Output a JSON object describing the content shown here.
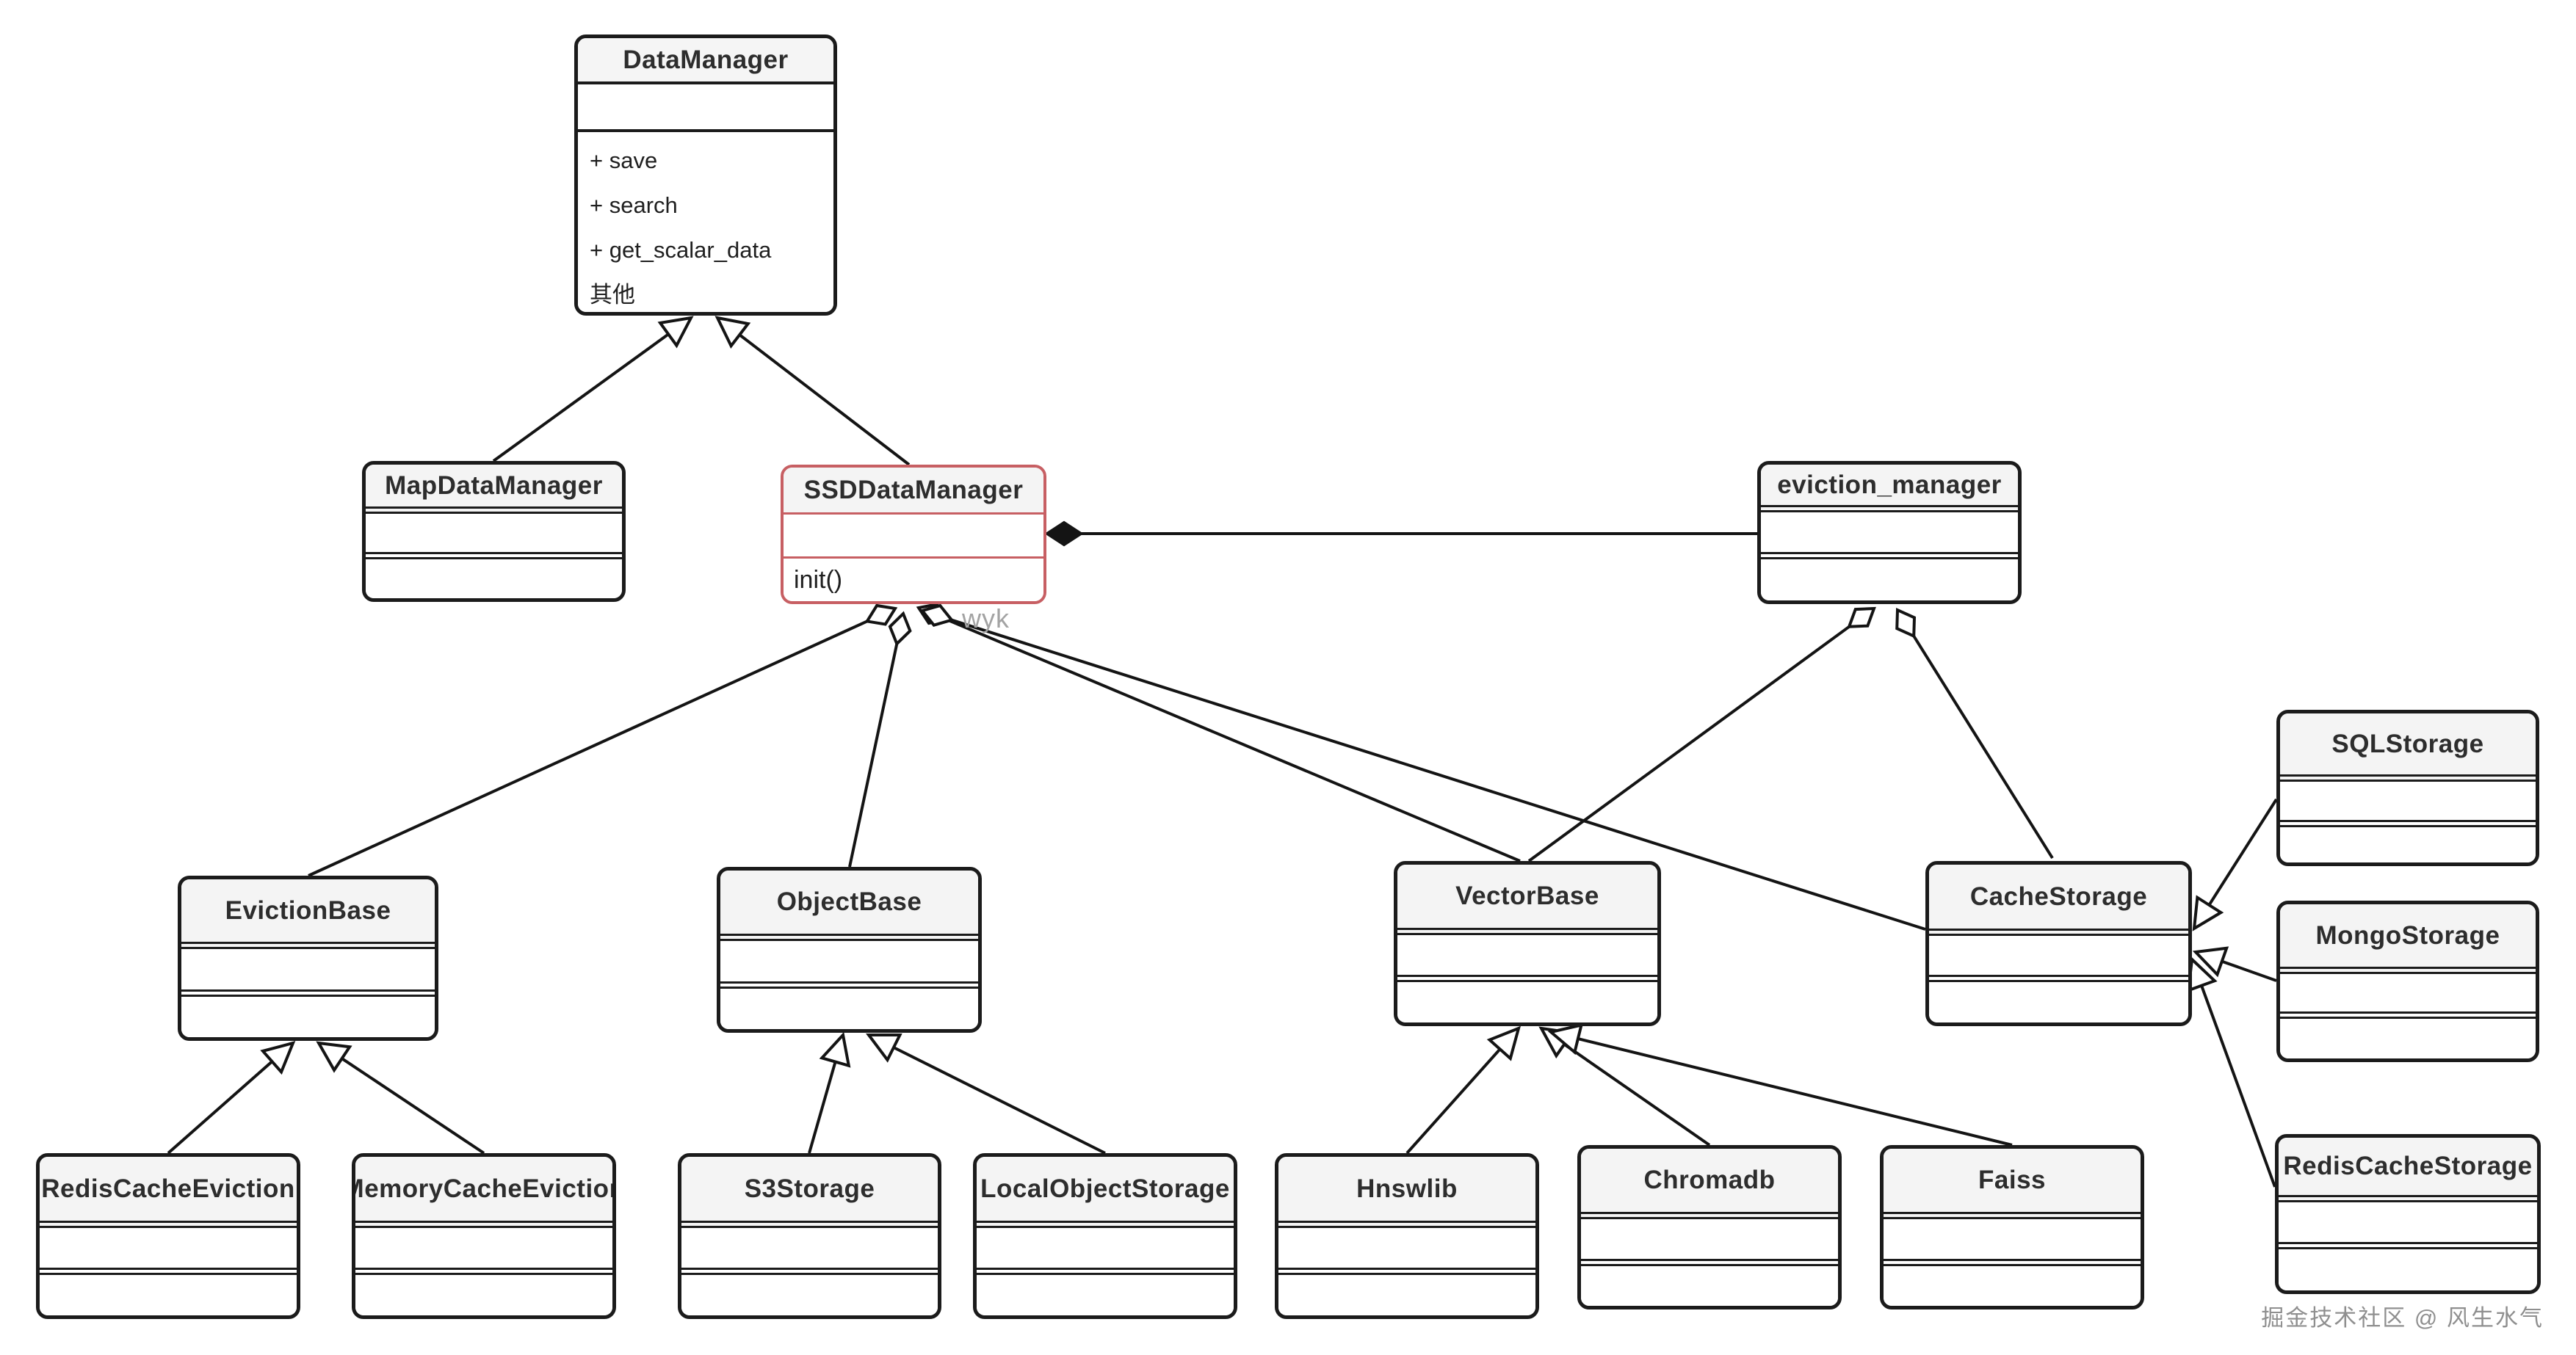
{
  "page": {
    "background": "#ffffff"
  },
  "colors": {
    "box_border": "#1b1b1b",
    "header_fill": "#f4f4f4",
    "body_fill": "#ffffff",
    "highlight_border": "#c75f63",
    "line": "#141414",
    "title_text": "#2d2d2d",
    "member_text": "#1f1f1f",
    "watermark_text": "#8f8f8f"
  },
  "watermark": {
    "text": "掘金技术社区 @ 风生水气"
  },
  "author_mark": {
    "text": "wyk"
  },
  "diagram": {
    "type": "uml-class-diagram",
    "classes": [
      {
        "id": "DataManager",
        "title": "DataManager",
        "attributes": [],
        "methods": [
          "+ save",
          "+ search",
          "+ get_scalar_data",
          "其他"
        ],
        "highlight": false
      },
      {
        "id": "MapDataManager",
        "title": "MapDataManager",
        "attributes": [],
        "methods": [],
        "highlight": false
      },
      {
        "id": "SSDDataManager",
        "title": "SSDDataManager",
        "attributes": [],
        "methods": [
          "init()"
        ],
        "highlight": true
      },
      {
        "id": "eviction_manager",
        "title": "eviction_manager",
        "attributes": [],
        "methods": [],
        "highlight": false
      },
      {
        "id": "EvictionBase",
        "title": "EvictionBase",
        "attributes": [],
        "methods": [],
        "highlight": false
      },
      {
        "id": "ObjectBase",
        "title": "ObjectBase",
        "attributes": [],
        "methods": [],
        "highlight": false
      },
      {
        "id": "VectorBase",
        "title": "VectorBase",
        "attributes": [],
        "methods": [],
        "highlight": false
      },
      {
        "id": "CacheStorage",
        "title": "CacheStorage",
        "attributes": [],
        "methods": [],
        "highlight": false
      },
      {
        "id": "SQLStorage",
        "title": "SQLStorage",
        "attributes": [],
        "methods": [],
        "highlight": false
      },
      {
        "id": "MongoStorage",
        "title": "MongoStorage",
        "attributes": [],
        "methods": [],
        "highlight": false
      },
      {
        "id": "RedisCacheStorage",
        "title": "RedisCacheStorage",
        "attributes": [],
        "methods": [],
        "highlight": false
      },
      {
        "id": "RedisCacheEviction",
        "title": "RedisCacheEviction",
        "attributes": [],
        "methods": [],
        "highlight": false
      },
      {
        "id": "MemoryCacheEviction",
        "title": "MemoryCacheEviction",
        "attributes": [],
        "methods": [],
        "highlight": false
      },
      {
        "id": "S3Storage",
        "title": "S3Storage",
        "attributes": [],
        "methods": [],
        "highlight": false
      },
      {
        "id": "LocalObjectStorage",
        "title": "LocalObjectStorage",
        "attributes": [],
        "methods": [],
        "highlight": false
      },
      {
        "id": "Hnswlib",
        "title": "Hnswlib",
        "attributes": [],
        "methods": [],
        "highlight": false
      },
      {
        "id": "Chromadb",
        "title": "Chromadb",
        "attributes": [],
        "methods": [],
        "highlight": false
      },
      {
        "id": "Faiss",
        "title": "Faiss",
        "attributes": [],
        "methods": [],
        "highlight": false
      }
    ],
    "relationships": [
      {
        "from": "MapDataManager",
        "to": "DataManager",
        "type": "inheritance"
      },
      {
        "from": "SSDDataManager",
        "to": "DataManager",
        "type": "inheritance"
      },
      {
        "from": "eviction_manager",
        "to": "SSDDataManager",
        "type": "composition"
      },
      {
        "from": "SSDDataManager",
        "to": "EvictionBase",
        "type": "aggregation"
      },
      {
        "from": "SSDDataManager",
        "to": "ObjectBase",
        "type": "aggregation"
      },
      {
        "from": "SSDDataManager",
        "to": "VectorBase",
        "type": "aggregation"
      },
      {
        "from": "SSDDataManager",
        "to": "CacheStorage",
        "type": "aggregation"
      },
      {
        "from": "eviction_manager",
        "to": "VectorBase",
        "type": "aggregation"
      },
      {
        "from": "eviction_manager",
        "to": "CacheStorage",
        "type": "aggregation"
      },
      {
        "from": "RedisCacheEviction",
        "to": "EvictionBase",
        "type": "inheritance"
      },
      {
        "from": "MemoryCacheEviction",
        "to": "EvictionBase",
        "type": "inheritance"
      },
      {
        "from": "S3Storage",
        "to": "ObjectBase",
        "type": "inheritance"
      },
      {
        "from": "LocalObjectStorage",
        "to": "ObjectBase",
        "type": "inheritance"
      },
      {
        "from": "Hnswlib",
        "to": "VectorBase",
        "type": "inheritance"
      },
      {
        "from": "Chromadb",
        "to": "VectorBase",
        "type": "inheritance"
      },
      {
        "from": "Faiss",
        "to": "VectorBase",
        "type": "inheritance"
      },
      {
        "from": "SQLStorage",
        "to": "CacheStorage",
        "type": "inheritance"
      },
      {
        "from": "MongoStorage",
        "to": "CacheStorage",
        "type": "inheritance"
      },
      {
        "from": "RedisCacheStorage",
        "to": "CacheStorage",
        "type": "inheritance"
      }
    ]
  }
}
